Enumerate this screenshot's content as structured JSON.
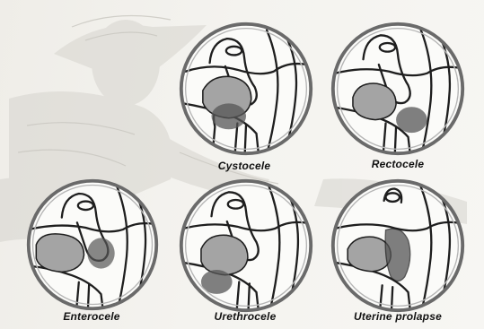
{
  "figure": {
    "panels": [
      {
        "id": "cystocele",
        "label": "Cystocele"
      },
      {
        "id": "rectocele",
        "label": "Rectocele"
      },
      {
        "id": "enterocele",
        "label": "Enterocele"
      },
      {
        "id": "urethrocele",
        "label": "Urethrocele"
      },
      {
        "id": "uterine-prolapse",
        "label": "Uterine prolapse"
      }
    ],
    "colors": {
      "background": "#f2f1ed",
      "circle_ring": "#6a6a6a",
      "line_art": "#1e1e1e",
      "organ_shade": "#9e9e9e",
      "prolapse_shade": "#555555",
      "watermark": "#cfcdc7"
    }
  }
}
